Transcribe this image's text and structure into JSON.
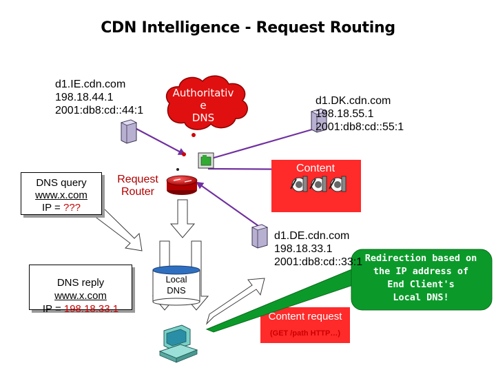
{
  "title": "CDN Intelligence - Request Routing",
  "nodes": {
    "ie": {
      "host": "d1.IE.cdn.com",
      "ipv4": "198.18.44.1",
      "ipv6": "2001:db8:cd::44:1"
    },
    "dk": {
      "host": "d1.DK.cdn.com",
      "ipv4": "198.18.55.1",
      "ipv6": "2001:db8:cd::55:1"
    },
    "de": {
      "host": "d1.DE.cdn.com",
      "ipv4": "198.18.33.1",
      "ipv6": "2001:db8:cd::33:1"
    }
  },
  "dns_query": {
    "label": "DNS query",
    "domain": "www.x.com",
    "ip_prefix": "IP = ",
    "ip_value": "???"
  },
  "dns_reply": {
    "label": "DNS reply",
    "domain": "www.x.com",
    "ip_prefix": "IP = ",
    "ip_value": "198.18.33.1"
  },
  "request_router": {
    "line1": "Request",
    "line2": "Router"
  },
  "authoritative_dns": {
    "line1": "Authoritativ",
    "line2": "e",
    "line3": "DNS"
  },
  "content": {
    "label": "Content"
  },
  "local_dns": {
    "line1": "Local",
    "line2": "DNS"
  },
  "content_request": {
    "label": "Content request",
    "sub": "(GET /path HTTP…)"
  },
  "callout": {
    "line1": "Redirection based on",
    "line2": "the IP address of",
    "line3": "End Client's",
    "line4": "Local DNS!"
  },
  "colors": {
    "cloud_red": "#e01010",
    "content_panel": "#ff2a2a",
    "callout_green": "#0b9a2a",
    "arrow_purple": "#7030a0",
    "router_red": "#c00000",
    "highlight_red": "#cc0000"
  }
}
